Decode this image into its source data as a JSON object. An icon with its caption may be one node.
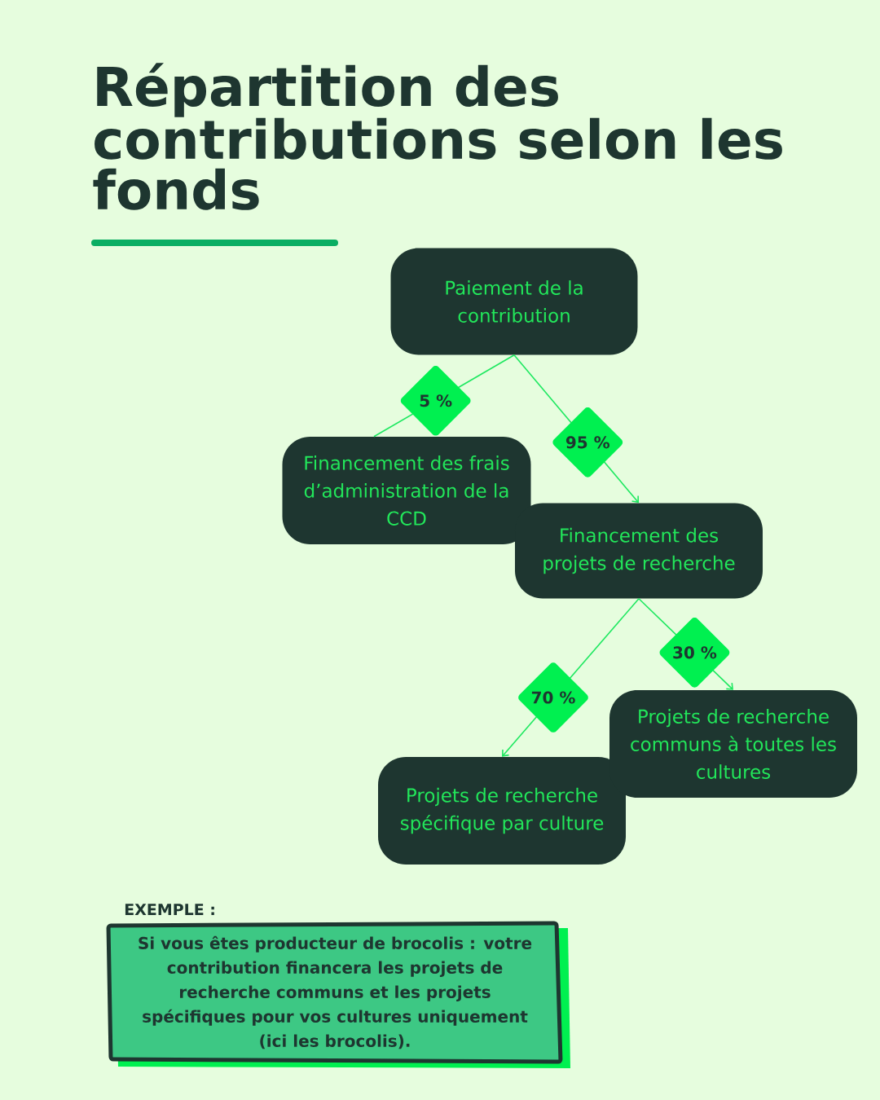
{
  "diagram": {
    "title": "Répartition des contributions selon les fonds",
    "nodes": [
      {
        "text": [
          "Paiement de la contribution"
        ]
      },
      {
        "text": [
          "Financement des frais d’administration de la CCD"
        ]
      },
      {
        "text": [
          "Financement des projets de recherche"
        ]
      },
      {
        "text": [
          "Projets de recherche spécifique par culture"
        ]
      },
      {
        "text": [
          "Projets de recherche communs à toutes les cultures"
        ]
      },
      {
        "text": [
          "EXEMPLE :",
          "Si vous êtes producteur de brocolis : votre contribution financera les projets de recherche communs et les projets spécifiques pour vos cultures uniquement (ici les brocolis)."
        ]
      }
    ],
    "edges": [
      {
        "from": 0,
        "to": 1,
        "arrow": "none",
        "label": "5 %"
      },
      {
        "from": 0,
        "to": 2,
        "arrow": "to",
        "label": "95 %"
      },
      {
        "from": 2,
        "to": 3,
        "arrow": "to",
        "label": "70 %"
      },
      {
        "from": 2,
        "to": 4,
        "arrow": "to",
        "label": "30 %"
      }
    ]
  }
}
